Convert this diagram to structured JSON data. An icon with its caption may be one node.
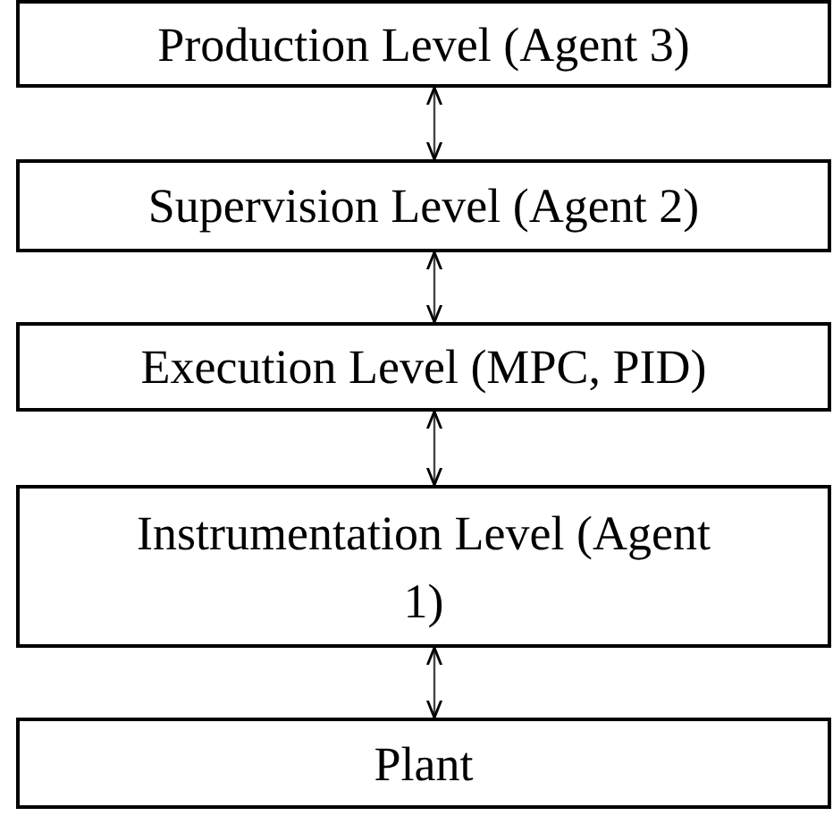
{
  "diagram": {
    "nodes": [
      {
        "text": [
          "Production Level (Agent 3)"
        ]
      },
      {
        "text": [
          "Supervision Level (Agent 2)"
        ]
      },
      {
        "text": [
          "Execution Level (MPC, PID)"
        ]
      },
      {
        "text": [
          "Instrumentation Level (Agent 1)"
        ]
      },
      {
        "text": [
          "Plant"
        ]
      }
    ],
    "edges": [
      {
        "from": 0,
        "to": 1,
        "arrow": "both"
      },
      {
        "from": 1,
        "to": 2,
        "arrow": "both"
      },
      {
        "from": 2,
        "to": 3,
        "arrow": "both"
      },
      {
        "from": 3,
        "to": 4,
        "arrow": "both"
      }
    ]
  }
}
